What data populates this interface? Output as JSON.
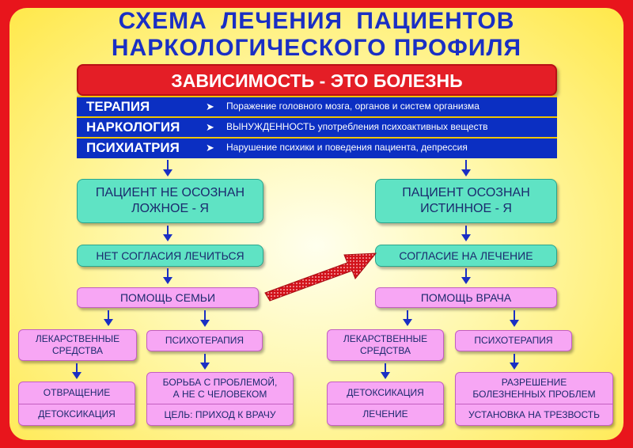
{
  "header": {
    "title_line1": "СХЕМА ЛЕЧЕНИЯ ПАЦИЕНТОВ",
    "title_line2": "НАРКОЛОГИЧЕСКОГО ПРОФИЛЯ",
    "banner": "ЗАВИСИМОСТЬ - ЭТО БОЛЕЗНЬ"
  },
  "categories": [
    {
      "label": "ТЕРАПИЯ",
      "text": "Поражение головного мозга, органов и систем организма"
    },
    {
      "label": "НАРКОЛОГИЯ",
      "text": "ВЫНУЖДЕННОСТЬ употребления психоактивных веществ"
    },
    {
      "label": "ПСИХИАТРИЯ",
      "text": "Нарушение психики и поведения пациента, депрессия"
    }
  ],
  "arrow_glyph": "➤",
  "left": {
    "status_line1": "ПАЦИЕНТ НЕ ОСОЗНАН",
    "status_line2": "ЛОЖНОЕ - Я",
    "consent": "НЕТ СОГЛАСИЯ ЛЕЧИТЬСЯ",
    "help": "ПОМОЩЬ СЕМЬИ",
    "branch_a_line1": "ЛЕКАРСТВЕННЫЕ",
    "branch_a_line2": "СРЕДСТВА",
    "branch_b": "ПСИХОТЕРАПИЯ",
    "a_item1": "ОТВРАЩЕНИЕ",
    "a_item2": "ДЕТОКСИКАЦИЯ",
    "b_item1_line1": "БОРЬБА С ПРОБЛЕМОЙ,",
    "b_item1_line2": "А НЕ С ЧЕЛОВЕКОМ",
    "b_item2": "ЦЕЛЬ: ПРИХОД К ВРАЧУ"
  },
  "right": {
    "status_line1": "ПАЦИЕНТ ОСОЗНАН",
    "status_line2": "ИСТИННОЕ - Я",
    "consent": "СОГЛАСИЕ НА ЛЕЧЕНИЕ",
    "help": "ПОМОЩЬ ВРАЧА",
    "branch_a_line1": "ЛЕКАРСТВЕННЫЕ",
    "branch_a_line2": "СРЕДСТВА",
    "branch_b": "ПСИХОТЕРАПИЯ",
    "a_item1": "ДЕТОКСИКАЦИЯ",
    "a_item2": "ЛЕЧЕНИЕ",
    "b_item1_line1": "РАЗРЕШЕНИЕ",
    "b_item1_line2": "БОЛЕЗНЕННЫХ ПРОБЛЕМ",
    "b_item2": "УСТАНОВКА НА ТРЕЗВОСТЬ"
  },
  "colors": {
    "frame": "#e8151c",
    "title": "#1a2fc4",
    "banner": "#e41e26",
    "category_band": "#0b2fc2",
    "teal_box": "#5fe3c4",
    "pink_box": "#f7a6f4",
    "transition_arrow": "#d2121b"
  }
}
